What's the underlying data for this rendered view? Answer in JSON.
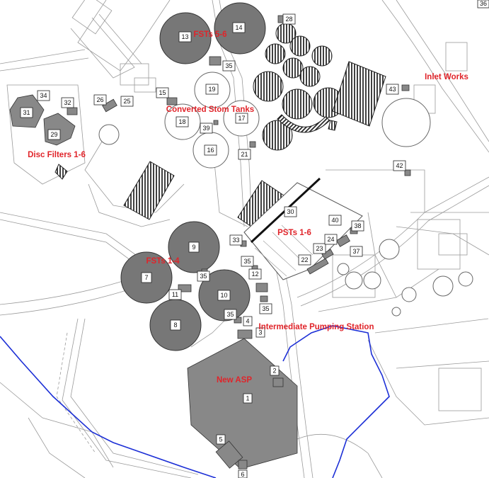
{
  "areas": {
    "fsts_5_6": "FSTs 5-6",
    "converted_storm": "Converted Stom Tanks",
    "disc_filters": "Disc Filters 1-6",
    "inlet_works": "Inlet Works",
    "psts": "PSTs 1-6",
    "fsts_1_4": "FSTs 1-4",
    "intermediate_ps": "Intermediate Pumping Station",
    "new_asp": "New ASP"
  },
  "labels": {
    "l1": "1",
    "l2": "2",
    "l3": "3",
    "l4": "4",
    "l5": "5",
    "l6": "6",
    "l7": "7",
    "l8": "8",
    "l9": "9",
    "l10": "10",
    "l11": "11",
    "l12": "12",
    "l13": "13",
    "l14": "14",
    "l15": "15",
    "l16": "16",
    "l17": "17",
    "l18": "18",
    "l19": "19",
    "l21": "21",
    "l22": "22",
    "l23": "23",
    "l24": "24",
    "l25": "25",
    "l26": "26",
    "l28": "28",
    "l29": "29",
    "l30": "30",
    "l31": "31",
    "l32": "32",
    "l33": "33",
    "l34": "34",
    "l35": "35",
    "l36": "36",
    "l37": "37",
    "l38": "38",
    "l39": "39",
    "l40": "40",
    "l42": "42",
    "l43": "43"
  },
  "colors": {
    "area_label": "#e0242a",
    "boundary": "#1c2fd6",
    "tank_fill": "#777777",
    "building_fill": "#888888"
  }
}
